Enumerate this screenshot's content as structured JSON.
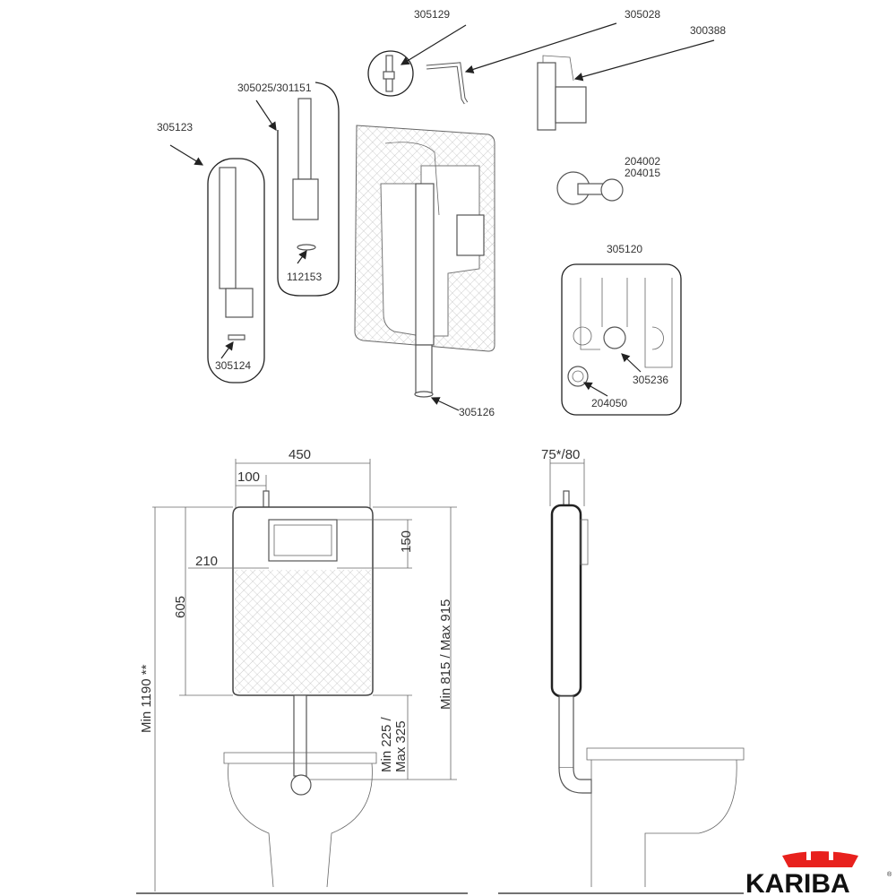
{
  "parts": {
    "fill_valve_connector": "305129",
    "flexible_hose": "305028",
    "fill_valve": "300388",
    "flush_valve": "305025/301151",
    "overflow_pipe": "305123",
    "seal_112153": "112153",
    "seal_305124": "305124",
    "stop_valve_a": "204002",
    "stop_valve_b": "204015",
    "bracket_kit": "305120",
    "bracket_ring": "305236",
    "bracket_seal": "204050",
    "flush_pipe": "305126"
  },
  "dimensions": {
    "width": "450",
    "inlet_offset": "100",
    "panel_height": "150",
    "panel_offset": "210",
    "tank_height": "605",
    "min_total": "Min 1190 **",
    "mount_height": "Min 815 / Max 915",
    "outlet_height_line1": "Min 225 /",
    "outlet_height_line2": "Max 325",
    "depth": "75*/80"
  },
  "brand": {
    "name": "KARIBA",
    "mark": "®",
    "color": "#e8211d"
  }
}
